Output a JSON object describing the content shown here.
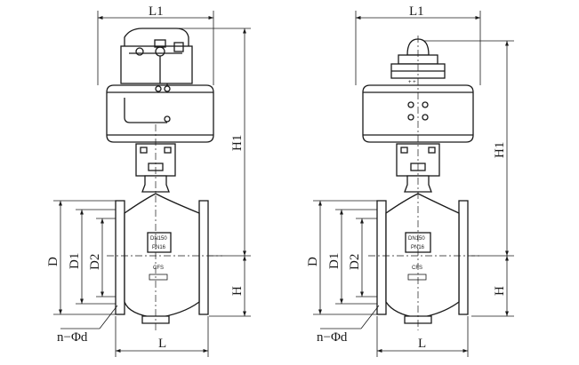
{
  "left_view": {
    "labels": {
      "L1": "L1",
      "H1": "H1",
      "H": "H",
      "D": "D",
      "D1": "D1",
      "D2": "D2",
      "L": "L",
      "bolt": "n−Φd"
    },
    "nameplate": {
      "line1": "DN150",
      "line2": "PN16",
      "brand": "CFS"
    }
  },
  "right_view": {
    "labels": {
      "L1": "L1",
      "H1": "H1",
      "H": "H",
      "D": "D",
      "D1": "D1",
      "D2": "D2",
      "L": "L",
      "bolt": "n−Φd"
    },
    "nameplate": {
      "line1": "DN150",
      "line2": "PN16",
      "brand": "CFS"
    }
  }
}
